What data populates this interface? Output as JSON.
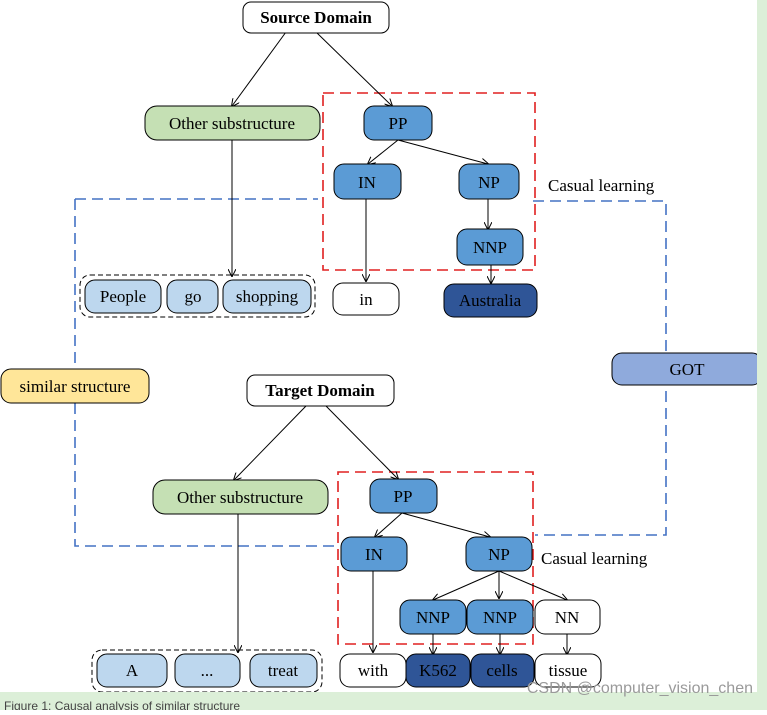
{
  "source": {
    "domain_title": "Source Domain",
    "other_substructure": "Other substructure",
    "pp": "PP",
    "in_tag": "IN",
    "np": "NP",
    "nnp": "NNP",
    "words": [
      "People",
      "go",
      "shopping"
    ],
    "in_word": "in",
    "nnp_word": "Australia",
    "casual_label": "Casual learning"
  },
  "target": {
    "domain_title": "Target Domain",
    "other_substructure": "Other substructure",
    "pp": "PP",
    "in_tag": "IN",
    "np": "NP",
    "nnp1": "NNP",
    "nnp2": "NNP",
    "nn": "NN",
    "words": [
      "A",
      "...",
      "treat"
    ],
    "in_word": "with",
    "nnp_word1": "K562",
    "nnp_word2": "cells",
    "nn_word": "tissue",
    "casual_label": "Casual learning"
  },
  "side": {
    "similar_structure": "similar structure",
    "got": "GOT"
  },
  "colors": {
    "pos_tag_fill": "#5b9bd5",
    "green_fill": "#c5e0b4",
    "light_blue_fill": "#bdd7ee",
    "dark_blue_fill": "#2f5597",
    "got_fill": "#8faadc",
    "yellow_fill": "#ffe699",
    "red_dash": "#e02020",
    "blue_dash": "#4472c4"
  },
  "watermark": "CSDN @computer_vision_chen",
  "caption": "Figure 1: Causal analysis of similar structure"
}
